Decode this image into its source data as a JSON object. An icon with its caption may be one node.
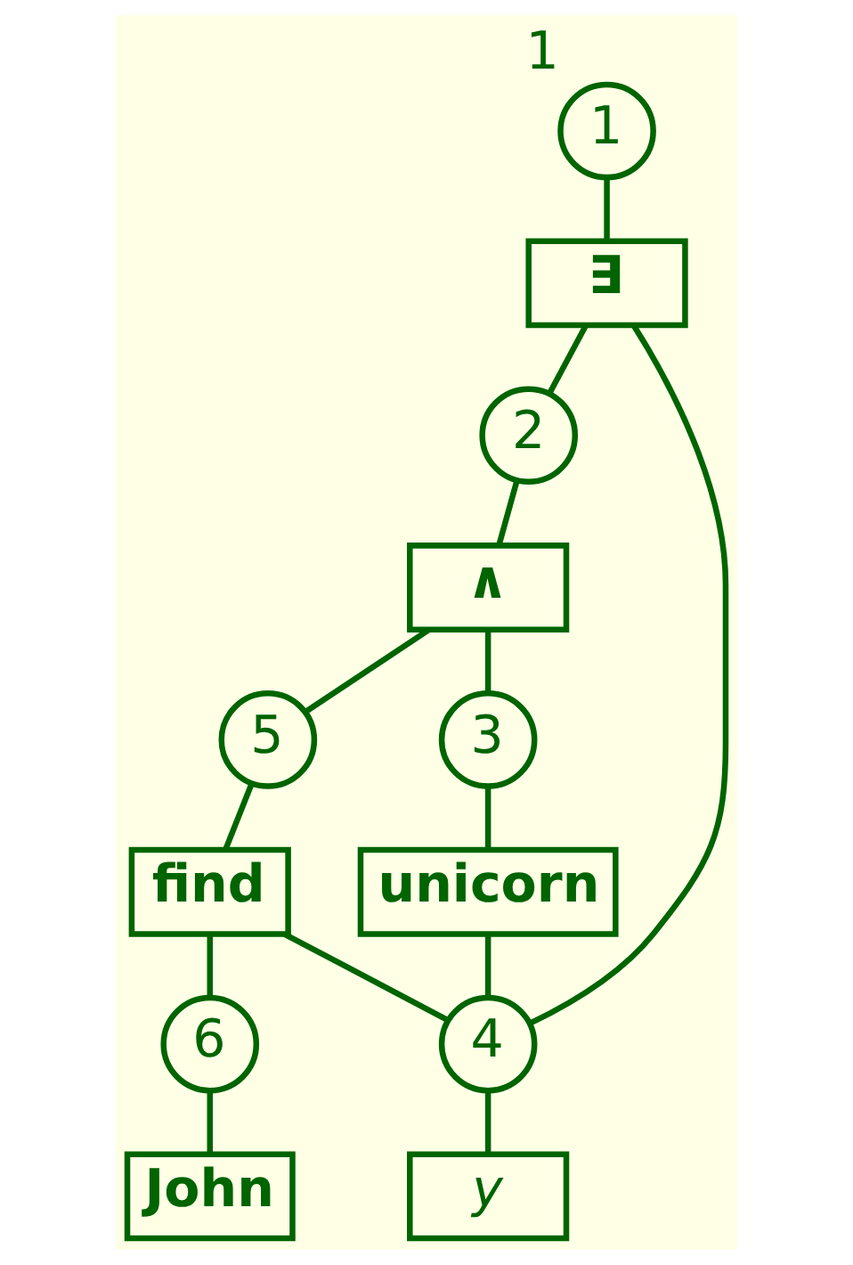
{
  "diagram": {
    "nodes": [
      {
        "text": [
          "1"
        ],
        "beside": [
          "1"
        ]
      },
      {
        "text": [
          "∃"
        ]
      },
      {
        "text": [
          "2"
        ]
      },
      {
        "text": [
          "∧"
        ]
      },
      {
        "text": [
          "3"
        ]
      },
      {
        "text": [
          "unicorn"
        ]
      },
      {
        "text": [
          "5"
        ]
      },
      {
        "text": [
          "find"
        ]
      },
      {
        "text": [
          "4"
        ]
      },
      {
        "text": [
          "6"
        ]
      },
      {
        "text": [
          "y"
        ]
      },
      {
        "text": [
          "John"
        ]
      }
    ],
    "edges": [
      {
        "from": 0,
        "to": 1,
        "arrow": "none"
      },
      {
        "from": 1,
        "to": 2,
        "arrow": "none"
      },
      {
        "from": 2,
        "to": 3,
        "arrow": "none"
      },
      {
        "from": 3,
        "to": 4,
        "arrow": "none"
      },
      {
        "from": 3,
        "to": 6,
        "arrow": "none"
      },
      {
        "from": 4,
        "to": 5,
        "arrow": "none"
      },
      {
        "from": 6,
        "to": 7,
        "arrow": "none"
      },
      {
        "from": 5,
        "to": 8,
        "arrow": "none"
      },
      {
        "from": 7,
        "to": 8,
        "arrow": "none"
      },
      {
        "from": 7,
        "to": 9,
        "arrow": "none"
      },
      {
        "from": 1,
        "to": 8,
        "arrow": "none"
      },
      {
        "from": 8,
        "to": 10,
        "arrow": "none"
      },
      {
        "from": 9,
        "to": 11,
        "arrow": "none"
      }
    ]
  }
}
